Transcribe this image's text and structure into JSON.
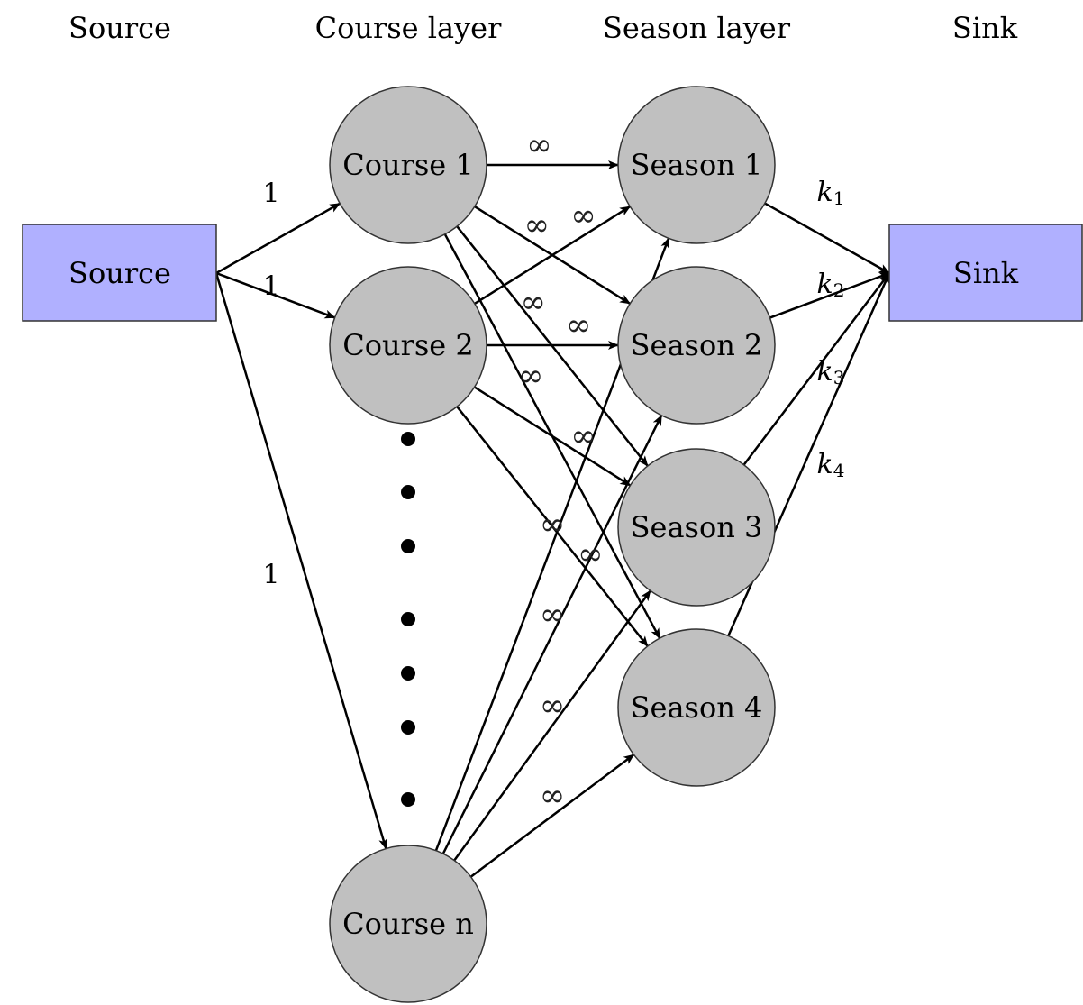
{
  "headers": {
    "source": "Source",
    "course_layer": "Course layer",
    "season_layer": "Season layer",
    "sink": "Sink"
  },
  "source": {
    "label": "Source"
  },
  "sink": {
    "label": "Sink"
  },
  "courses": [
    {
      "id": "c1",
      "label": "Course 1"
    },
    {
      "id": "c2",
      "label": "Course 2"
    },
    {
      "id": "cn",
      "label": "Course n"
    }
  ],
  "seasons": [
    {
      "id": "s1",
      "label": "Season 1"
    },
    {
      "id": "s2",
      "label": "Season 2"
    },
    {
      "id": "s3",
      "label": "Season 3"
    },
    {
      "id": "s4",
      "label": "Season 4"
    }
  ],
  "source_edges": [
    {
      "to": "c1",
      "capacity": "1"
    },
    {
      "to": "c2",
      "capacity": "1"
    },
    {
      "to": "cn",
      "capacity": "1"
    }
  ],
  "course_season_capacity": "∞",
  "sink_edges": [
    {
      "from": "s1",
      "capacity_var": "k",
      "capacity_sub": "1"
    },
    {
      "from": "s2",
      "capacity_var": "k",
      "capacity_sub": "2"
    },
    {
      "from": "s3",
      "capacity_var": "k",
      "capacity_sub": "3"
    },
    {
      "from": "s4",
      "capacity_var": "k",
      "capacity_sub": "4"
    }
  ],
  "colors": {
    "node_fill": "#c0c0c0",
    "terminal_fill": "#b0b0ff",
    "edge": "#000000"
  }
}
